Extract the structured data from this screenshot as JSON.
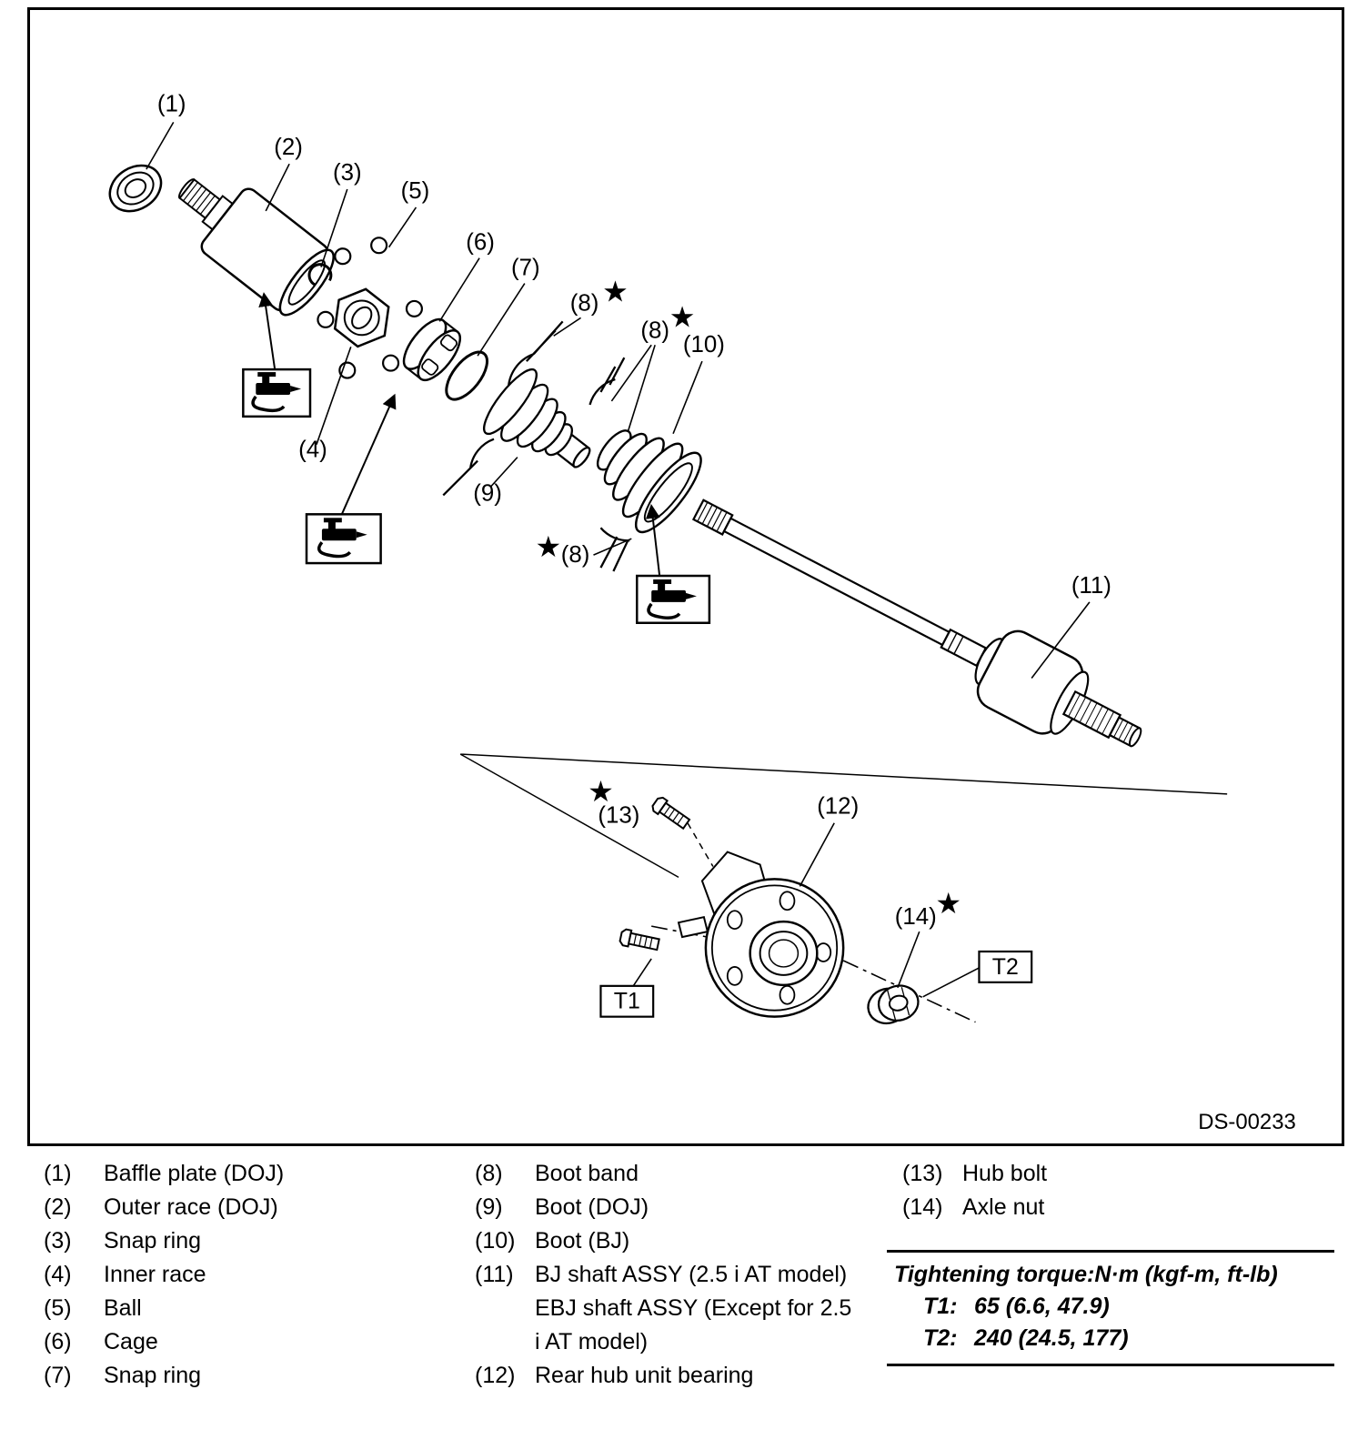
{
  "diagram": {
    "ref_code": "DS-00233",
    "star": "★",
    "t_boxes": {
      "t1": "T1",
      "t2": "T2"
    },
    "callouts": {
      "c1": "(1)",
      "c2": "(2)",
      "c3": "(3)",
      "c4": "(4)",
      "c5": "(5)",
      "c6": "(6)",
      "c7": "(7)",
      "c8": "(8)",
      "c9": "(9)",
      "c10": "(10)",
      "c11": "(11)",
      "c12": "(12)",
      "c13": "(13)",
      "c14": "(14)"
    }
  },
  "legend": {
    "columns": [
      {
        "items": [
          {
            "num": "(1)",
            "label": "Baffle plate (DOJ)"
          },
          {
            "num": "(2)",
            "label": "Outer race (DOJ)"
          },
          {
            "num": "(3)",
            "label": "Snap ring"
          },
          {
            "num": "(4)",
            "label": "Inner race"
          },
          {
            "num": "(5)",
            "label": "Ball"
          },
          {
            "num": "(6)",
            "label": "Cage"
          },
          {
            "num": "(7)",
            "label": "Snap ring"
          }
        ]
      },
      {
        "items": [
          {
            "num": "(8)",
            "label": "Boot band"
          },
          {
            "num": "(9)",
            "label": "Boot (DOJ)"
          },
          {
            "num": "(10)",
            "label": "Boot (BJ)"
          },
          {
            "num": "(11)",
            "label": "BJ shaft ASSY (2.5 i AT model) EBJ shaft ASSY (Except for 2.5 i AT model)"
          },
          {
            "num": "(12)",
            "label": "Rear hub unit bearing"
          }
        ]
      },
      {
        "items": [
          {
            "num": "(13)",
            "label": "Hub bolt"
          },
          {
            "num": "(14)",
            "label": "Axle nut"
          }
        ]
      }
    ]
  },
  "torque": {
    "title": "Tightening torque:N·m (kgf-m, ft-lb)",
    "rows": [
      {
        "id": "T1:",
        "value": "65 (6.6, 47.9)"
      },
      {
        "id": "T2:",
        "value": "240 (24.5, 177)"
      }
    ]
  }
}
